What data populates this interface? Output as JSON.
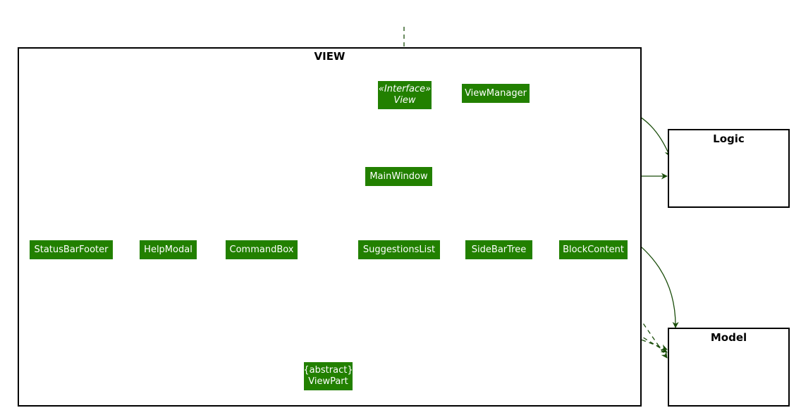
{
  "packages": {
    "view": "VIEW",
    "logic": "Logic",
    "model": "Model"
  },
  "nodes": {
    "view_interface_stereotype": "«Interface»",
    "view_interface_name": "View",
    "view_manager": "ViewManager",
    "main_window": "MainWindow",
    "status_bar_footer": "StatusBarFooter",
    "help_modal": "HelpModal",
    "command_box": "CommandBox",
    "suggestions_list": "SuggestionsList",
    "side_bar_tree": "SideBarTree",
    "block_content": "BlockContent",
    "view_part_stereotype": "{abstract}",
    "view_part_name": "ViewPart"
  },
  "colors": {
    "node_fill": "#228000",
    "edge": "#1a4d0a",
    "frame": "#000000"
  }
}
